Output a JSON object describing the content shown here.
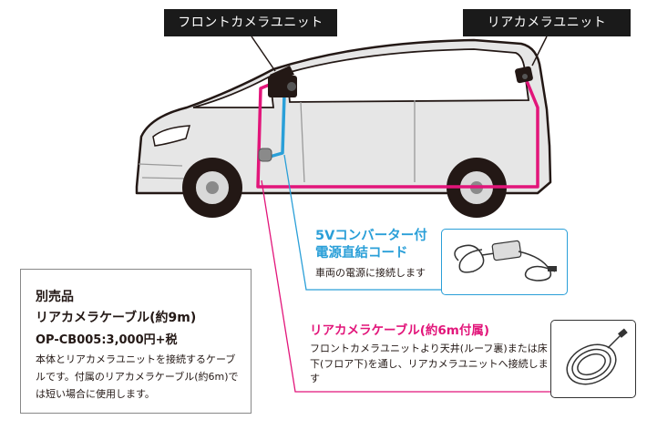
{
  "labels": {
    "front_camera_unit": "フロントカメラユニット",
    "rear_camera_unit": "リアカメラユニット"
  },
  "converter": {
    "title_line1": "5Vコンバーター付",
    "title_line2": "電源直結コード",
    "description": "車両の電源に接続します"
  },
  "rear_cable": {
    "title": "リアカメラケーブル(約6m付属)",
    "description": "フロントカメラユニットより天井(ルーフ裏)または床下(フロア下)を通し、リアカメラユニットへ接続します"
  },
  "sold_separately": {
    "heading": "別売品",
    "product_name": "リアカメラケーブル(約9m)",
    "product_code_price": "OP-CB005:3,000円+税",
    "description": "本体とリアカメラユニットを接続するケーブルです。付属のリアカメラケーブル(約6m)では短い場合に使用します。"
  },
  "colors": {
    "rear_cable": "#e2157a",
    "power_cord": "#2a9fd8",
    "label_background": "#1a1a1a",
    "car_body": "#e8e8e8",
    "car_outline": "#231815"
  }
}
